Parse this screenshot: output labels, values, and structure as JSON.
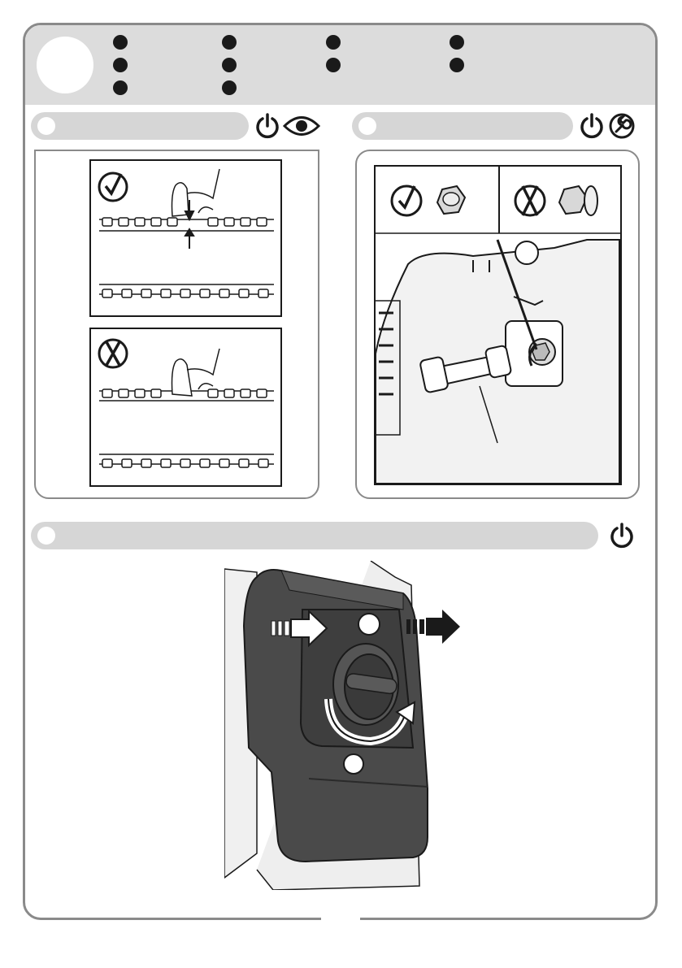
{
  "header": {
    "bullet_rows": 3
  },
  "sections": [
    {
      "id": "chain-tension-check",
      "icons": [
        "power-off-icon",
        "eye-icon"
      ]
    },
    {
      "id": "nut-tightening",
      "icons": [
        "power-off-icon",
        "wrench-icon"
      ]
    },
    {
      "id": "cover-removal",
      "icons": [
        "power-off-icon"
      ]
    }
  ],
  "indicators": {
    "correct": "check-icon",
    "incorrect": "cross-icon"
  },
  "colors": {
    "frame": "#8a8a8a",
    "band": "#dcdcdc",
    "ink": "#1a1a1a",
    "cover": "#4a4a4a"
  }
}
